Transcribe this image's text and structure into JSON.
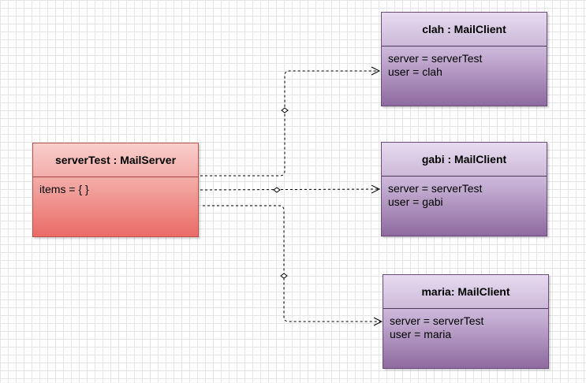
{
  "server": {
    "title": "serverTest : MailServer",
    "attributes": [
      "items = { }"
    ]
  },
  "clients": [
    {
      "title": "clah : MailClient",
      "attributes": [
        "server = serverTest",
        "user = clah"
      ]
    },
    {
      "title": "gabi : MailClient",
      "attributes": [
        "server = serverTest",
        "user = gabi"
      ]
    },
    {
      "title": "maria: MailClient",
      "attributes": [
        "server = serverTest",
        "user = maria"
      ]
    }
  ],
  "colors": {
    "client_fill_top": "#e7dbef",
    "client_fill_bottom": "#8e6aa0",
    "server_fill_top": "#f8cecc",
    "server_fill_bottom": "#ea6b66",
    "edge": "#000000"
  }
}
